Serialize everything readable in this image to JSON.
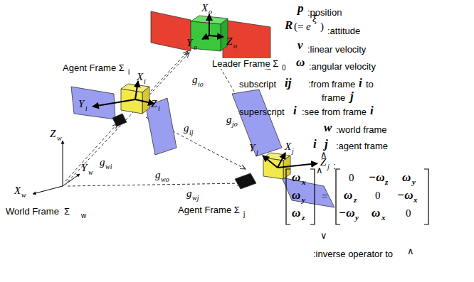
{
  "diagram": {
    "labels": [
      "Agent Frame Σ",
      "i",
      "X",
      "i",
      "Y",
      "i",
      "Z",
      "i",
      "X",
      "o",
      "Y",
      "o",
      "Z",
      "o",
      "Leader Frame Σ",
      "0",
      "Y",
      "j",
      "X",
      "j",
      "Z",
      "j",
      "Agent Frame Σ",
      "j",
      "Z",
      "w",
      "Y",
      "w",
      "X",
      "w",
      "World Frame  Σ",
      "w",
      "g",
      "io",
      "g",
      "jo",
      "g",
      "wi",
      "g",
      "ij",
      "g",
      "wo",
      "g",
      "wj",
      "p",
      ":position",
      "R",
      "(=",
      "e",
      "ξ̂",
      ")",
      ":attitude",
      "v",
      ":linear velocity",
      "ω",
      ":angular velocity",
      "subscript",
      "ij",
      ":from",
      "frame",
      "i",
      "to",
      "frame",
      "j",
      "superscript",
      "i",
      ":see from frame",
      "i",
      "w",
      ":world frame",
      "i",
      "j",
      ":agent frame",
      "∧",
      ":",
      "ω",
      "x",
      "ω",
      "y",
      "ω",
      "z",
      "∧",
      "=",
      "0",
      "−ω",
      "z",
      "ω",
      "y",
      "ω",
      "z",
      "0",
      "−ω",
      "x",
      "−ω",
      "y",
      "ω",
      "x",
      "0",
      "∨",
      ":inverse operator to",
      "∧"
    ]
  }
}
